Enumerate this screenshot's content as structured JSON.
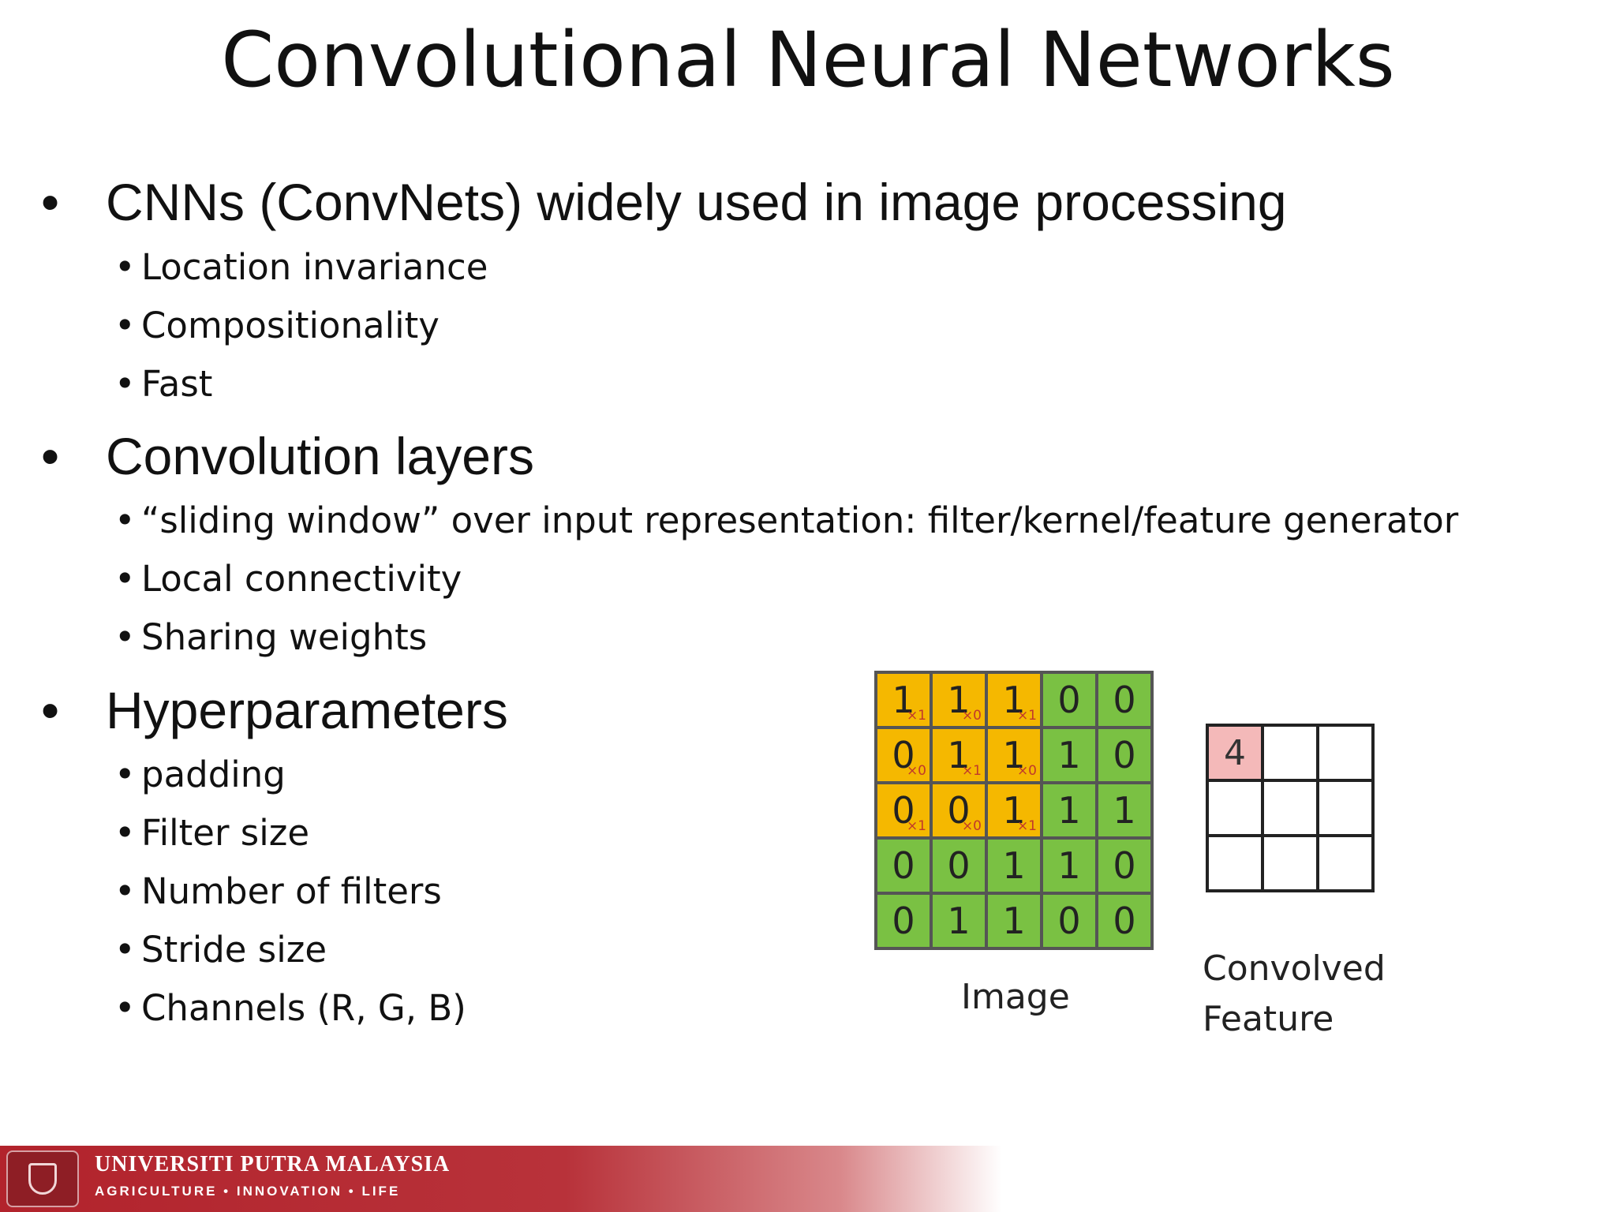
{
  "slide": {
    "title": "Convolutional Neural Networks"
  },
  "sections": [
    {
      "heading": "CNNs (ConvNets) widely used in image processing",
      "items": [
        "Location invariance",
        "Compositionality",
        "Fast"
      ]
    },
    {
      "heading": "Convolution layers",
      "items": [
        "“sliding window” over input representation: filter/kernel/feature generator",
        "Local connectivity",
        "Sharing weights"
      ]
    },
    {
      "heading": "Hyperparameters",
      "items": [
        "padding",
        "Filter size",
        "Number of filters",
        "Stride size",
        "Channels (R, G, B)"
      ]
    }
  ],
  "bullet_main": "•",
  "bullet_sub": "•",
  "diagram": {
    "image_label": "Image",
    "feature_label_line1": "Convolved",
    "feature_label_line2": "Feature",
    "image_grid": [
      [
        "1",
        "1",
        "1",
        "0",
        "0"
      ],
      [
        "0",
        "1",
        "1",
        "1",
        "0"
      ],
      [
        "0",
        "0",
        "1",
        "1",
        "1"
      ],
      [
        "0",
        "0",
        "1",
        "1",
        "0"
      ],
      [
        "0",
        "1",
        "1",
        "0",
        "0"
      ]
    ],
    "kernel_weights": [
      [
        "×1",
        "×0",
        "×1"
      ],
      [
        "×0",
        "×1",
        "×0"
      ],
      [
        "×1",
        "×0",
        "×1"
      ]
    ],
    "feature_grid": [
      [
        "4",
        "",
        ""
      ],
      [
        "",
        "",
        ""
      ],
      [
        "",
        "",
        ""
      ]
    ],
    "colors": {
      "image_cell": "#7ac143",
      "kernel_cell": "#f5b800",
      "feature_filled": "#f4b9b9",
      "weight_text": "#c0392b"
    }
  },
  "footer": {
    "university": "UNIVERSITI PUTRA MALAYSIA",
    "tagline": "AGRICULTURE • INNOVATION • LIFE",
    "brand_color": "#b2232c"
  }
}
